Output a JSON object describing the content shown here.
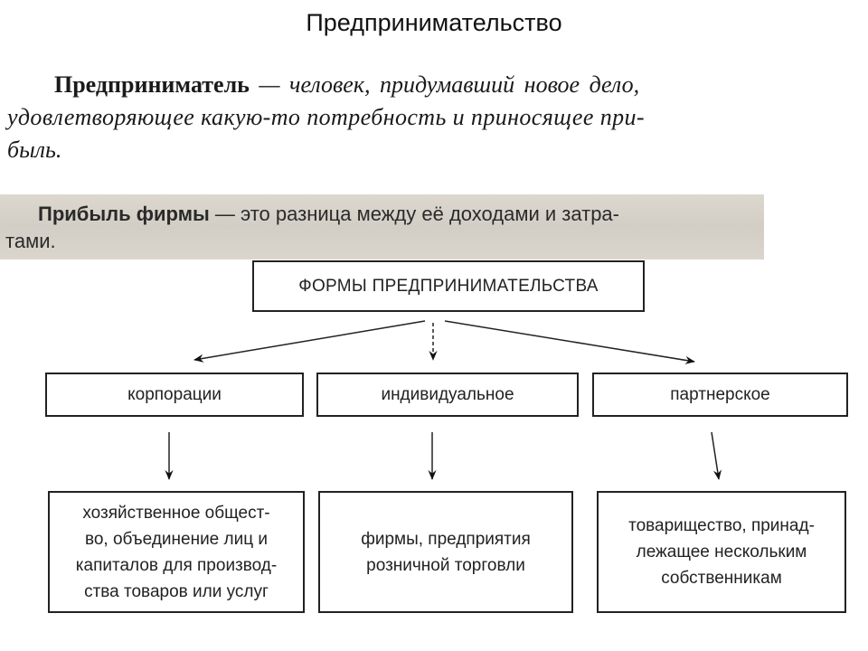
{
  "page": {
    "title": "Предпринимательство"
  },
  "definition_1": {
    "term": "Предприниматель",
    "line1_rest": " — человек, придумавший новое дело,",
    "line2": "удовлетворяющее какую-то потребность и приносящее при-",
    "line3": "быль."
  },
  "definition_2": {
    "term": "Прибыль фирмы",
    "line1_rest": " — это разница между её доходами и затра-",
    "line2": "тами."
  },
  "diagram": {
    "root": "ФОРМЫ ПРЕДПРИНИМАТЕЛЬСТВА",
    "forms": [
      {
        "name": "корпорации",
        "description": "хозяйственное общест-\nво, объединение лиц и\nкапиталов для производ-\nства товаров или услуг"
      },
      {
        "name": "индивидуальное",
        "description": "фирмы, предприятия\nрозничной торговли"
      },
      {
        "name": "партнерское",
        "description": "товарищество, принад-\nлежащее нескольким\nсобственникам"
      }
    ]
  }
}
